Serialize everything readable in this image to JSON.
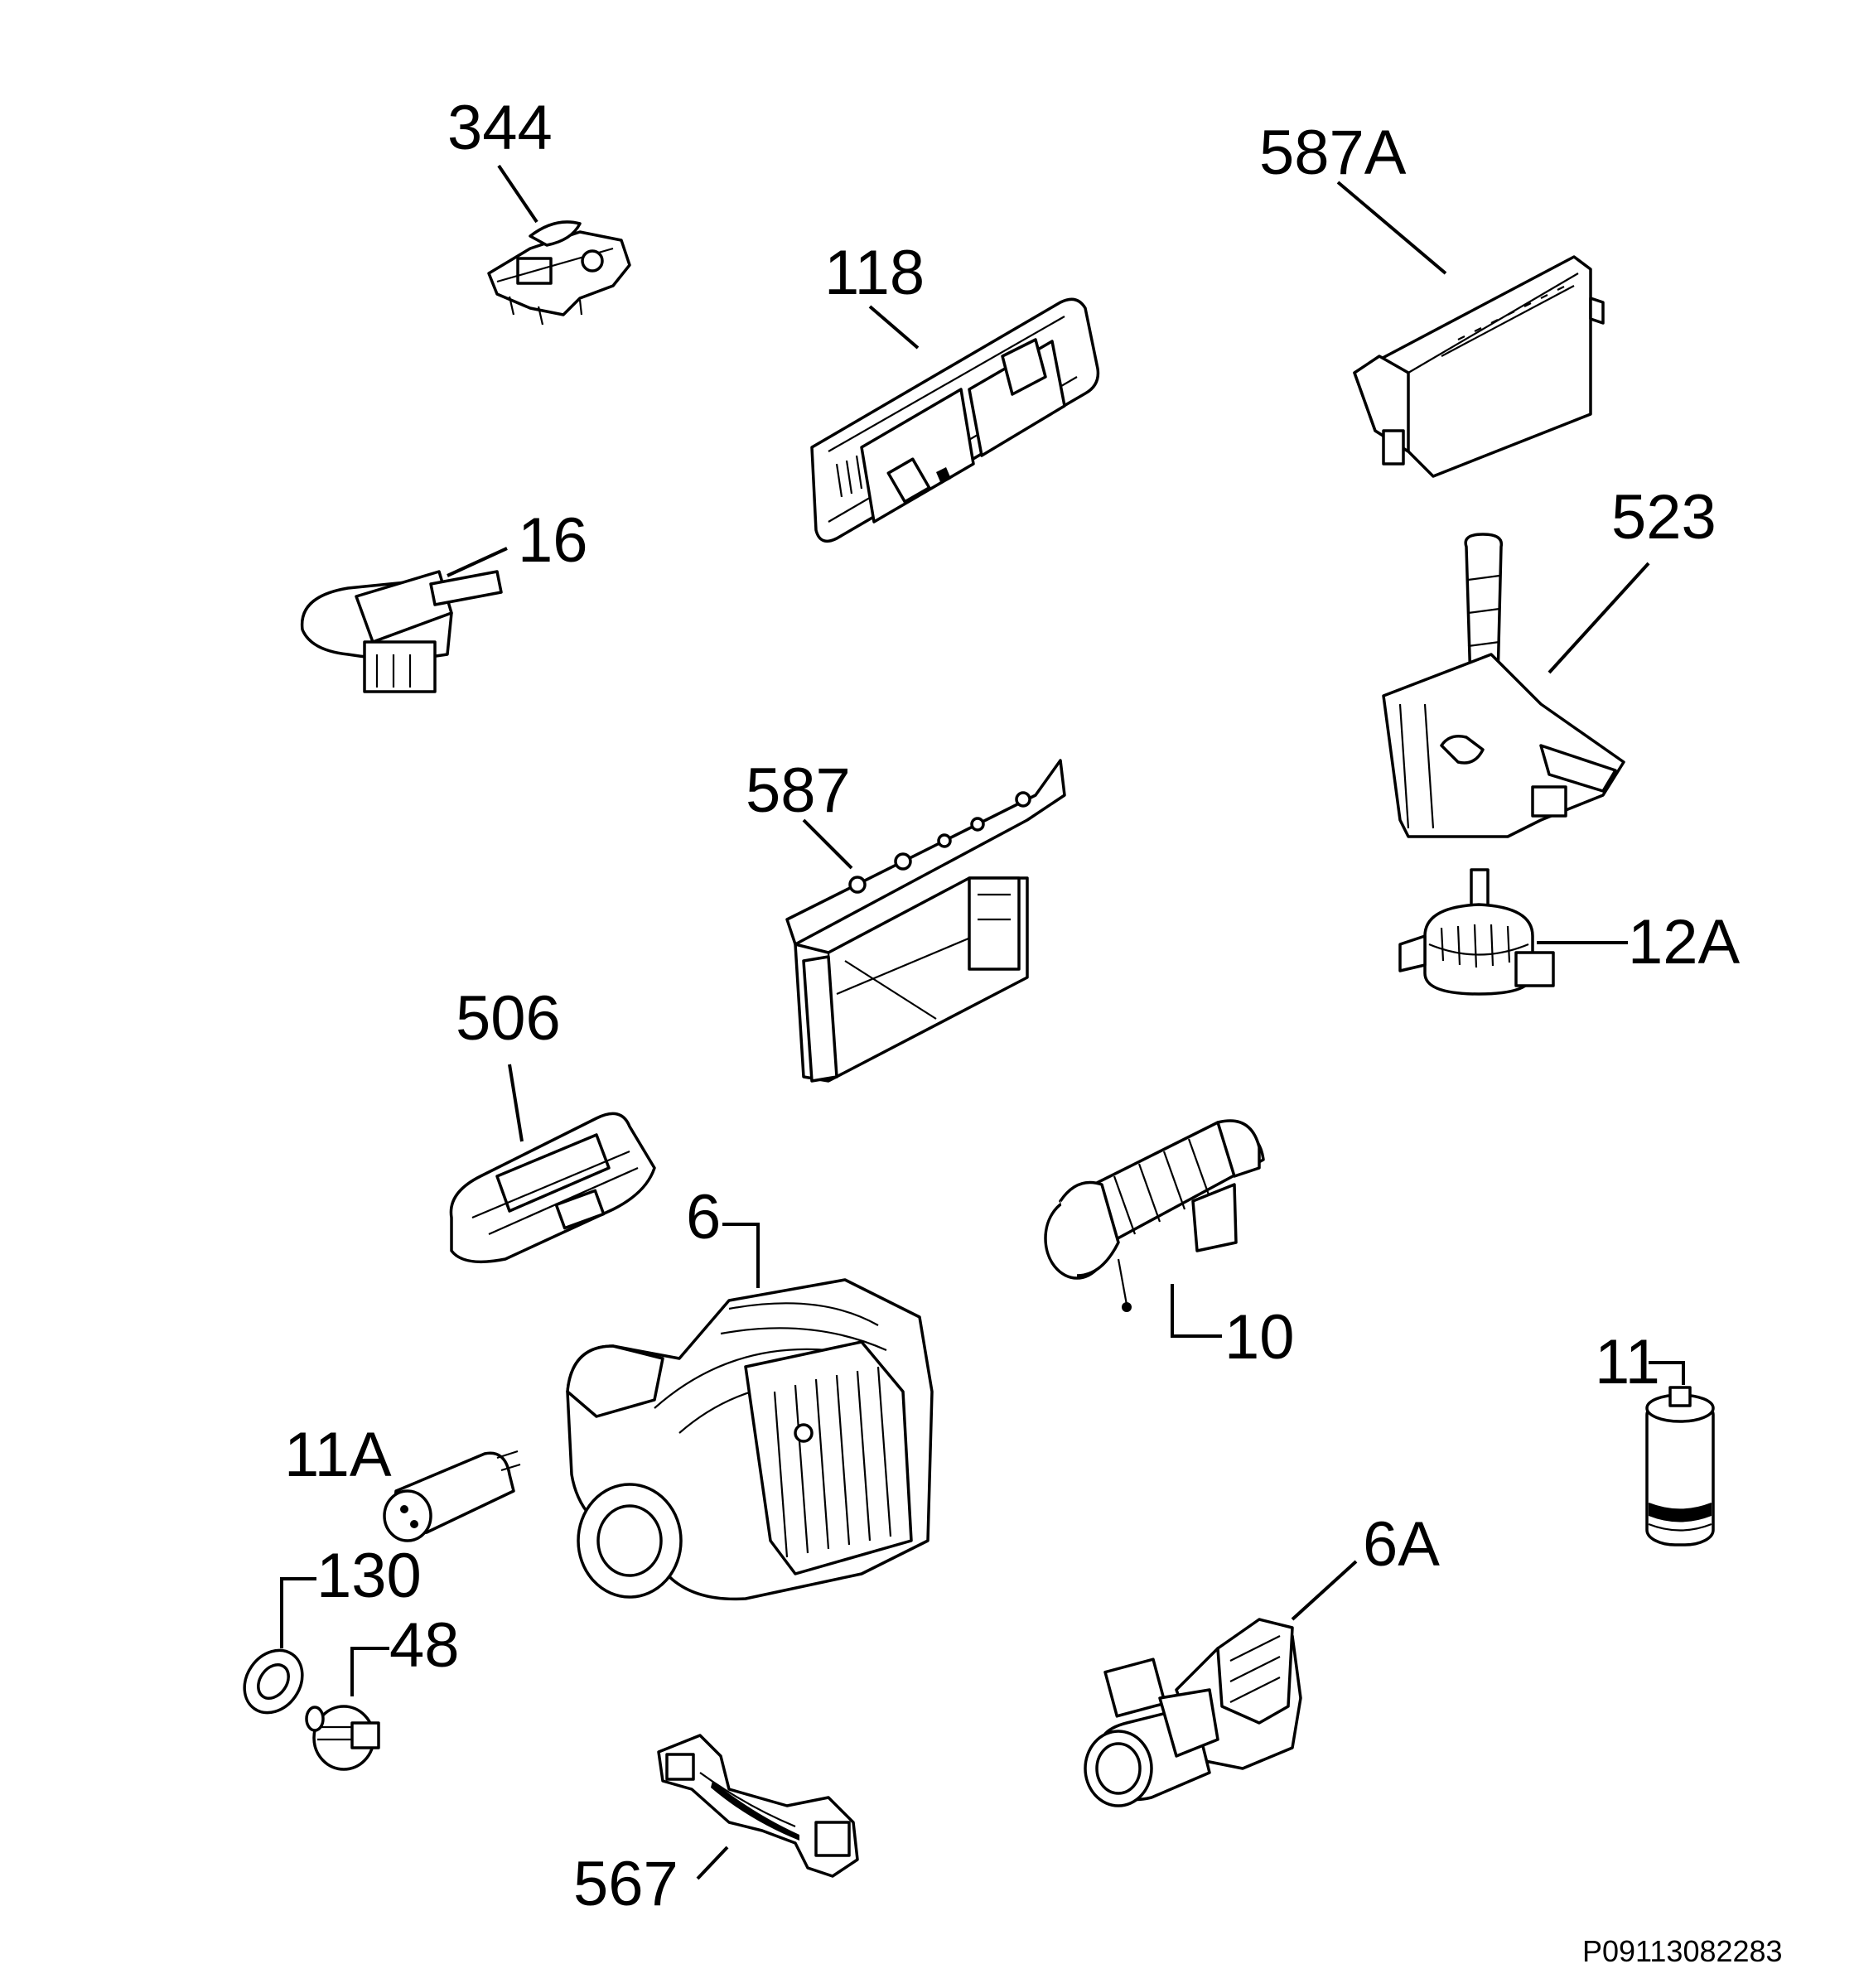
{
  "labels": {
    "l344": "344",
    "l587A": "587A",
    "l118": "118",
    "l16": "16",
    "l523": "523",
    "l587": "587",
    "l12A": "12A",
    "l506": "506",
    "l6": "6",
    "l10": "10",
    "l11": "11",
    "l11A": "11A",
    "l130": "130",
    "l48": "48",
    "l6A": "6A",
    "l567": "567"
  },
  "reference_code": "P09113082283"
}
